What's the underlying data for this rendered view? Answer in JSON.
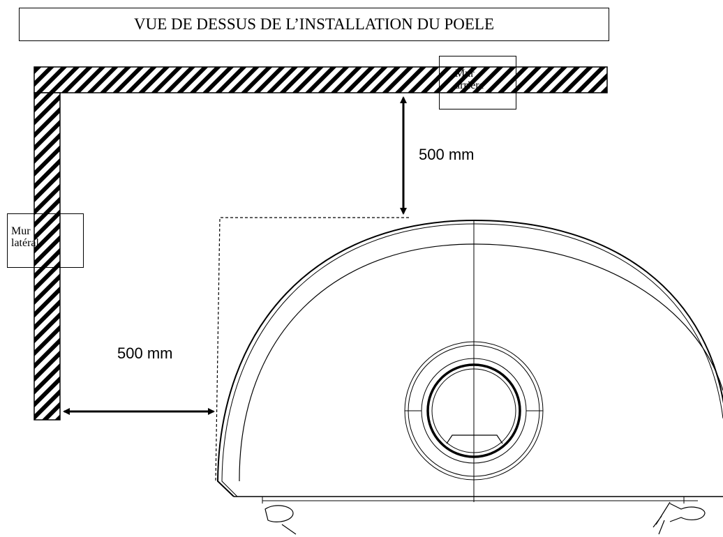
{
  "title": "VUE DE DESSUS DE L’INSTALLATION DU POELE",
  "walls": {
    "back": {
      "label_line1": "Mur",
      "label_line2": "arrière"
    },
    "side": {
      "label_line1": "Mur",
      "label_line2": "latéral"
    }
  },
  "clearances": {
    "back": "500 mm",
    "side": "500 mm"
  },
  "icons": {
    "stove": "stove-top-view-icon",
    "flue": "flue-outlet-icon",
    "arrow": "double-arrow-icon"
  },
  "colors": {
    "line": "#000000",
    "background": "#ffffff"
  }
}
